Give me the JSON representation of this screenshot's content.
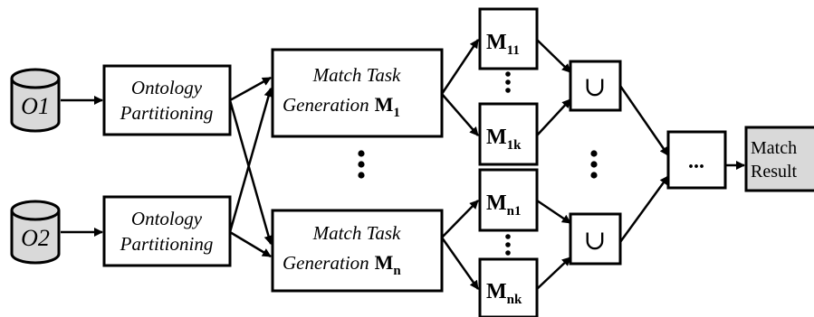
{
  "inputs": [
    {
      "label": "O1"
    },
    {
      "label": "O2"
    }
  ],
  "partitioning": [
    {
      "line1": "Ontology",
      "line2": "Partitioning"
    },
    {
      "line1": "Ontology",
      "line2": "Partitioning"
    }
  ],
  "task_generation": [
    {
      "line1": "Match Task",
      "line2": "Generation",
      "symbol": "M",
      "sub": "1"
    },
    {
      "line1": "Match Task",
      "line2": "Generation",
      "symbol": "M",
      "sub": "n"
    }
  ],
  "tasks": [
    {
      "symbol": "M",
      "sub": "11"
    },
    {
      "symbol": "M",
      "sub": "1k"
    },
    {
      "symbol": "M",
      "sub": "n1"
    },
    {
      "symbol": "M",
      "sub": "nk"
    }
  ],
  "union_symbol": "∪",
  "merge_label": "...",
  "result": {
    "line1": "Match",
    "line2": "Result"
  },
  "colors": {
    "stroke": "#000000",
    "fill": "#ffffff",
    "highlight": "#d9d9d9"
  }
}
